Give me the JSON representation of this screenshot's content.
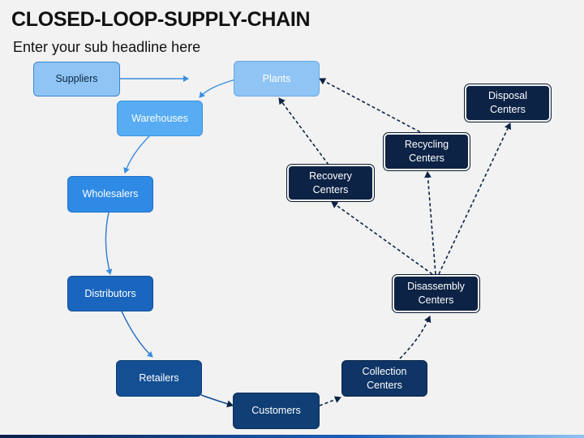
{
  "header": {
    "title": "CLOSED-LOOP-SUPPLY-CHAIN",
    "subtitle": "Enter your sub headline here"
  },
  "nodes": {
    "suppliers": "Suppliers",
    "plants": "Plants",
    "warehouses": "Warehouses",
    "wholesalers": "Wholesalers",
    "distributors": "Distributors",
    "retailers": "Retailers",
    "customers": "Customers",
    "collection": "Collection Centers",
    "disassembly": "Disassembly Centers",
    "recovery": "Recovery Centers",
    "recycling": "Recycling Centers",
    "disposal": "Disposal Centers"
  },
  "colors": {
    "forward_arrow": "#3a8ee0",
    "reverse_arrow": "#0d2346",
    "dark_node": "#0d2346"
  }
}
